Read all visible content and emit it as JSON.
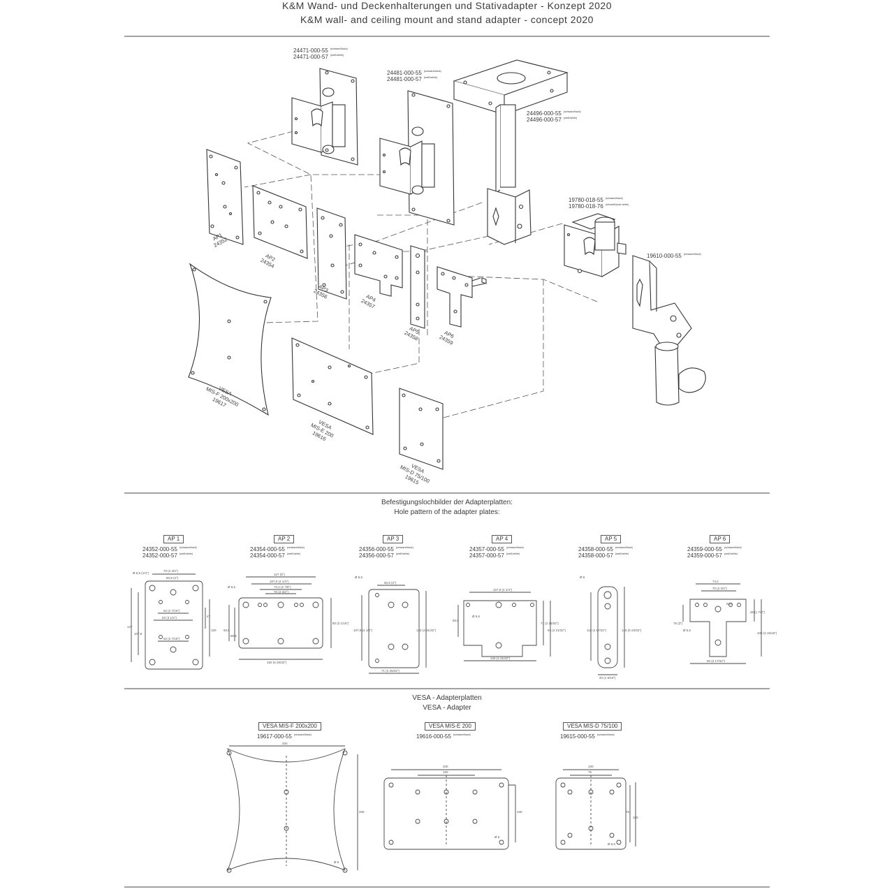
{
  "title": {
    "de": "K&M Wand- und Deckenhalterungen und Stativadapter - Konzept 2020",
    "en": "K&M wall- and ceiling mount and stand adapter - concept 2020"
  },
  "colors": {
    "line": "#444444",
    "background": "#ffffff"
  },
  "mounts": [
    {
      "pn1": "24471-000-55",
      "c1": "(schwarz/black)",
      "pn2": "24471-000-57",
      "c2": "(weiß/white)"
    },
    {
      "pn1": "24481-000-55",
      "c1": "(schwarz/black)",
      "pn2": "24481-000-57",
      "c2": "(weiß/white)"
    },
    {
      "pn1": "24496-000-55",
      "c1": "(schwarz/black)",
      "pn2": "24496-000-57",
      "c2": "(weiß/white)"
    },
    {
      "pn1": "19780-018-55",
      "c1": "(schwarz/black)",
      "pn2": "19780-018-76",
      "c2": "(reinweiß/pure white)"
    },
    {
      "pn1": "19610-000-55",
      "c1": "(schwarz/black)"
    }
  ],
  "plates_exploded": [
    {
      "name": "AP1",
      "num": "24352"
    },
    {
      "name": "AP2",
      "num": "24354"
    },
    {
      "name": "AP3",
      "num": "24356"
    },
    {
      "name": "AP4",
      "num": "24357"
    },
    {
      "name": "AP5",
      "num": "24358"
    },
    {
      "name": "AP6",
      "num": "24359"
    }
  ],
  "vesa_exploded": [
    {
      "l1": "VESA",
      "l2": "MIS-F 200x200",
      "l3": "19617"
    },
    {
      "l1": "VESA",
      "l2": "MIS-E 200",
      "l3": "19616"
    },
    {
      "l1": "VESA",
      "l2": "MIS-D 75/100",
      "l3": "19615"
    }
  ],
  "hole_section": {
    "de": "Befestigungslochbilder der Adapterplatten:",
    "en": "Hole pattern of the adapter plates:"
  },
  "ap_details": [
    {
      "label": "AP 1",
      "pn1": "24352-000-55",
      "c1": "(schwarz/black)",
      "pn2": "24352-000-57",
      "c2": "(weiß/white)",
      "dims": [
        "70 (2 3/4\")",
        "50,8 (2\")",
        "62 (2 7/16\")",
        "83 (3 1/4\")",
        "62 (2 7/16\")",
        "127",
        "107,9",
        "47",
        "100",
        "Ø 6,5 (1/4\")"
      ]
    },
    {
      "label": "AP 2",
      "pn1": "24354-000-55",
      "c1": "(schwarz/black)",
      "pn2": "24354-000-57",
      "c2": "(weiß/white)",
      "dims": [
        "127 (5\")",
        "107,9 (4 1/4\")",
        "74,2 (2 7/8\")",
        "70 (2 3/4\")",
        "150 (5 29/32\")",
        "50,8",
        "68,9",
        "80 (3 1/16\")",
        "Ø 6,5"
      ]
    },
    {
      "label": "AP 3",
      "pn1": "24356-000-55",
      "c1": "(schwarz/black)",
      "pn2": "24356-000-57",
      "c2": "(weiß/white)",
      "dims": [
        "50,8 (2\")",
        "107,9 (4 1/4\")",
        "126 (4 31/32\")",
        "71 (2 25/32\")",
        "Ø 6,5"
      ]
    },
    {
      "label": "AP 4",
      "pn1": "24357-000-55",
      "c1": "(schwarz/black)",
      "pn2": "24357-000-57",
      "c2": "(weiß/white)",
      "dims": [
        "107,9 (4 1/4\")",
        "50,8",
        "71 (2 25/32\")",
        "93 (3 21/32\")",
        "126 (4 31/32\")",
        "Ø 6,5"
      ]
    },
    {
      "label": "AP 5",
      "pn1": "24358-000-55",
      "c1": "(schwarz/black)",
      "pn2": "24358-000-57",
      "c2": "(weiß/white)",
      "dims": [
        "115 (4 17/32\")",
        "145 (5 23/32\")",
        "40 (1 9/16\")",
        "Ø 6"
      ]
    },
    {
      "label": "AP 6",
      "pn1": "24359-000-55",
      "c1": "(schwarz/black)",
      "pn2": "24359-000-57",
      "c2": "(weiß/white)",
      "dims": [
        "74,2",
        "70 (2 3/4\")",
        "76 (3\")",
        "63,5",
        "48 (1 7/8\")",
        "100 (3 15/16\")",
        "90 (3 17/32\")",
        "Ø 6,5"
      ]
    }
  ],
  "vesa_section": {
    "de": "VESA - Adapterplatten",
    "en": "VESA - Adapter"
  },
  "vesa_details": [
    {
      "label": "VESA MIS-F 200x200",
      "pn": "19617-000-55",
      "c": "(schwarz/black)",
      "dims": [
        "200",
        "200",
        "Ø 6"
      ]
    },
    {
      "label": "VESA MIS-E 200",
      "pn": "19616-000-55",
      "c": "(schwarz/black)",
      "dims": [
        "200",
        "100",
        "100",
        "Ø 6"
      ]
    },
    {
      "label": "VESA MIS-D 75/100",
      "pn": "19615-000-55",
      "c": "(schwarz/black)",
      "dims": [
        "100",
        "75",
        "75",
        "100",
        "Ø 6,5"
      ]
    }
  ]
}
